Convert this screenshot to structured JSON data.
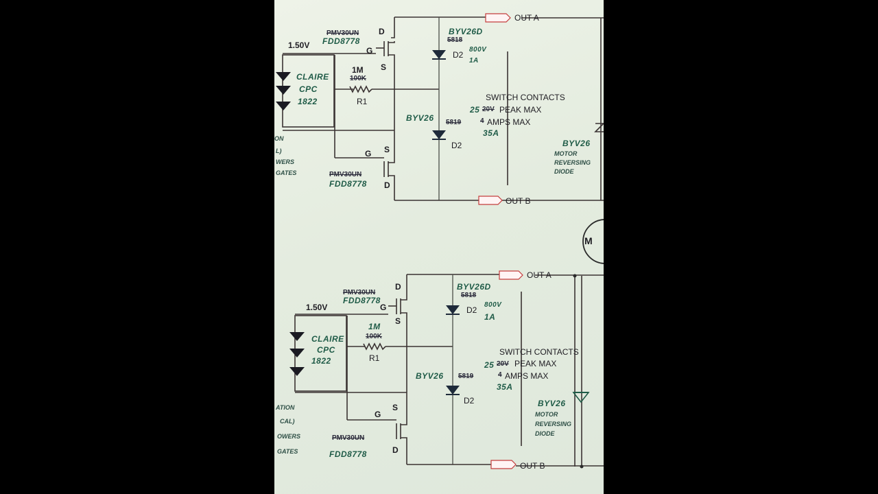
{
  "top": {
    "voltage": "1.50V",
    "mosfet_top_old": "PMV30UN",
    "mosfet_top_new": "FDD8778",
    "pin_d_top": "D",
    "pin_g_top": "G",
    "pin_s_top": "S",
    "resistor_new": "1M",
    "resistor_old": "100K",
    "resistor_ref": "R1",
    "claire_1": "CLAIRE",
    "claire_2": "CPC",
    "claire_3": "1822",
    "diode_top_part": "BYV26D",
    "diode_top_old": "5818",
    "diode_top_ref": "D2",
    "diode_top_rating1": "800V",
    "diode_top_rating2": "1A",
    "diode_bot_part": "BYV26",
    "diode_bot_old": "5819",
    "diode_bot_ref": "D2",
    "pin_g_bot": "G",
    "pin_s_bot": "S",
    "pin_d_bot": "D",
    "mosfet_bot_old": "PMV30UN",
    "mosfet_bot_new": "FDD8778",
    "out_a": "OUT A",
    "out_b": "OUT B",
    "switch_contacts": "SWITCH CONTACTS",
    "volt_new": "25",
    "volt_old": "20V",
    "peak_max": "PEAK MAX",
    "amps_old": "4",
    "amps_max": "AMPS MAX",
    "amps_new": "35A",
    "motor_diode": "BYV26",
    "motor_1": "MOTOR",
    "motor_2": "REVERSING",
    "motor_3": "DIODE",
    "margin_1": "ON",
    "margin_2": "L)",
    "margin_3": "WERS",
    "margin_4": "GATES"
  },
  "bottom": {
    "voltage": "1.50V",
    "mosfet_top_old": "PMV30UN",
    "mosfet_top_new": "FDD8778",
    "pin_d_top": "D",
    "pin_g_top": "G",
    "pin_s_top": "S",
    "resistor_new": "1M",
    "resistor_old": "100K",
    "resistor_ref": "R1",
    "claire_1": "CLAIRE",
    "claire_2": "CPC",
    "claire_3": "1822",
    "diode_top_part": "BYV26D",
    "diode_top_old": "5818",
    "diode_top_ref": "D2",
    "diode_top_rating1": "800V",
    "diode_top_rating2": "1A",
    "diode_bot_part": "BYV26",
    "diode_bot_old": "5819",
    "diode_bot_ref": "D2",
    "pin_g_bot": "G",
    "pin_s_bot": "S",
    "pin_d_bot": "D",
    "mosfet_bot_old": "PMV30UN",
    "mosfet_bot_new": "FDD8778",
    "out_a": "OUT A",
    "out_b": "OUT B",
    "switch_contacts": "SWITCH CONTACTS",
    "volt_new": "25",
    "volt_old": "20V",
    "peak_max": "PEAK MAX",
    "amps_old": "4",
    "amps_max": "AMPS MAX",
    "amps_new": "35A",
    "motor_diode": "BYV26",
    "motor_1": "MOTOR",
    "motor_2": "REVERSING",
    "motor_3": "DIODE",
    "margin_1": "ATION",
    "margin_2": "CAL)",
    "margin_3": "OWERS",
    "margin_4": "GATES"
  },
  "motor_label": "M"
}
